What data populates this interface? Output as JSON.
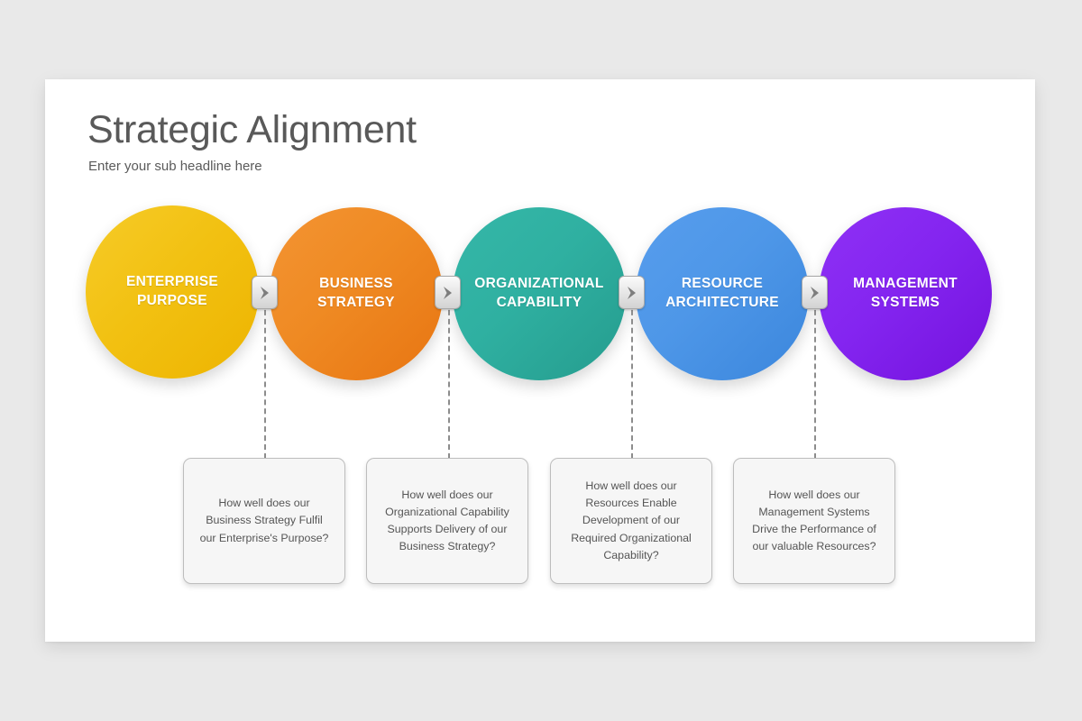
{
  "slide": {
    "title": "Strategic Alignment",
    "subtitle": "Enter your sub headline here",
    "background_color": "#e9e9e9",
    "surface_color": "#ffffff"
  },
  "chart_data": {
    "type": "diagram",
    "title": "Strategic Alignment",
    "subtitle": "Enter your sub headline here",
    "layout": "horizontal-chevron-chain",
    "stages": [
      {
        "index": 1,
        "label": "ENTERPRISE PURPOSE",
        "line1": "ENTERPRISE",
        "line2": "PURPOSE",
        "color": "#f2c112",
        "color_end": "#edb400",
        "has_question_box": false
      },
      {
        "index": 2,
        "label": "BUSINESS STRATEGY",
        "line1": "BUSINESS",
        "line2": "STRATEGY",
        "color": "#ef8a23",
        "color_end": "#ea7a16",
        "has_question_box": true
      },
      {
        "index": 3,
        "label": "ORGANIZATIONAL CAPABILITY",
        "line1": "ORGANIZATIONAL",
        "line2": "CAPABILITY",
        "color": "#2fb0a1",
        "color_end": "#27a193",
        "has_question_box": true
      },
      {
        "index": 4,
        "label": "RESOURCE ARCHITECTURE",
        "line1": "RESOURCE",
        "line2": "ARCHITECTURE",
        "color": "#4e97e8",
        "color_end": "#3f8ade",
        "has_question_box": true
      },
      {
        "index": 5,
        "label": "MANAGEMENT SYSTEMS",
        "line1": "MANAGEMENT",
        "line2": "SYSTEMS",
        "color": "#8425f0",
        "color_end": "#7718e0",
        "has_question_box": true
      }
    ],
    "connectors": [
      {
        "index": 1,
        "icon": "chevron-right-icon",
        "between": [
          "ENTERPRISE PURPOSE",
          "BUSINESS STRATEGY"
        ]
      },
      {
        "index": 2,
        "icon": "chevron-right-icon",
        "between": [
          "BUSINESS STRATEGY",
          "ORGANIZATIONAL CAPABILITY"
        ]
      },
      {
        "index": 3,
        "icon": "chevron-right-icon",
        "between": [
          "ORGANIZATIONAL CAPABILITY",
          "RESOURCE ARCHITECTURE"
        ]
      },
      {
        "index": 4,
        "icon": "chevron-right-icon",
        "between": [
          "RESOURCE ARCHITECTURE",
          "MANAGEMENT SYSTEMS"
        ]
      }
    ],
    "question_boxes": [
      {
        "index": 1,
        "text": "How well does our Business Strategy Fulfil our Enterprise's Purpose?"
      },
      {
        "index": 2,
        "text": "How well does our Organizational Capability Supports Delivery of our Business Strategy?"
      },
      {
        "index": 3,
        "text": "How well does our Resources Enable Development of our Required Organizational Capability?"
      },
      {
        "index": 4,
        "text": "How well does our Management Systems Drive the Performance of our valuable Resources?"
      }
    ]
  }
}
